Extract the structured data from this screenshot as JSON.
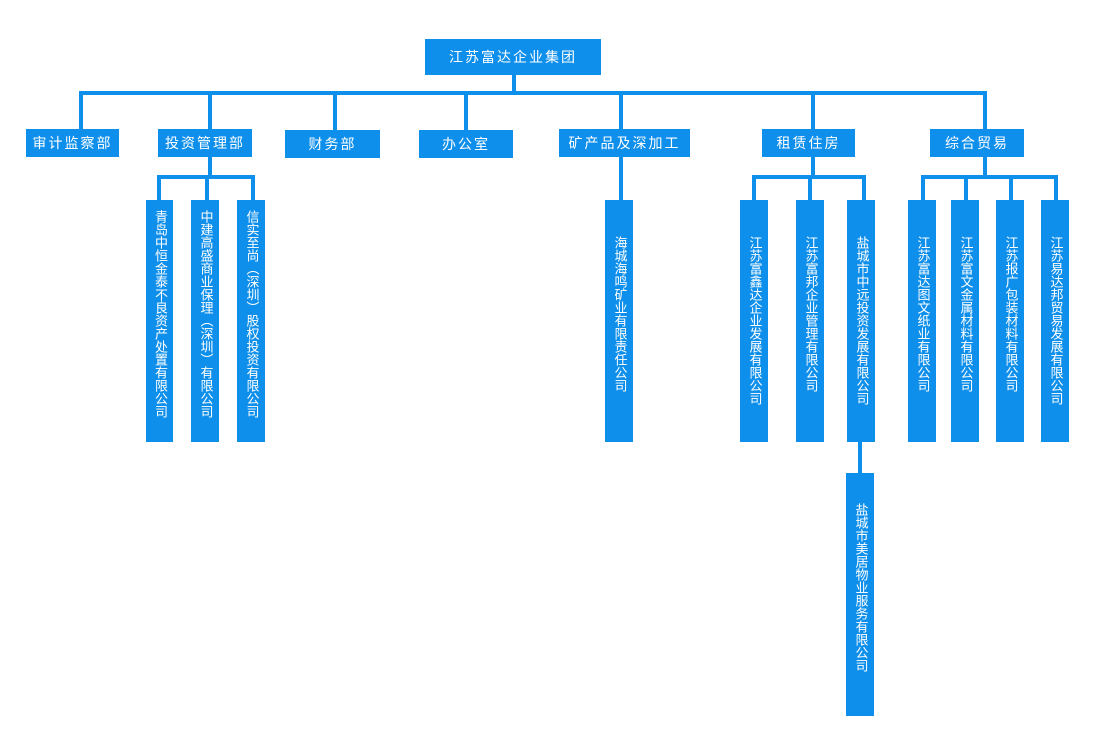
{
  "root": {
    "label": "江苏富达企业集团"
  },
  "departments": [
    {
      "id": "audit",
      "label": "审计监察部",
      "children": []
    },
    {
      "id": "invest",
      "label": "投资管理部",
      "children": [
        "青岛中恒金泰不良资产处置有限公司",
        "中建高盛商业保理（深圳）有限公司",
        "信实至尚（深圳）股权投资有限公司"
      ]
    },
    {
      "id": "finance",
      "label": "财务部",
      "children": []
    },
    {
      "id": "office",
      "label": "办公室",
      "children": []
    },
    {
      "id": "mineral",
      "label": "矿产品及深加工",
      "children": [
        "海城海鸣矿业有限责任公司"
      ]
    },
    {
      "id": "leasing",
      "label": "租赁住房",
      "children": [
        "江苏富鑫达企业发展有限公司",
        "江苏富邦企业管理有限公司",
        "盐城市中远投资发展有限公司"
      ]
    },
    {
      "id": "trade",
      "label": "综合贸易",
      "children": [
        "江苏富达图文纸业有限公司",
        "江苏富文金属材料有限公司",
        "江苏报广包装材料有限公司",
        "江苏易达邦贸易发展有限公司"
      ]
    }
  ],
  "grandchild": {
    "label": "盐城市美居物业服务有限公司"
  },
  "colors": {
    "box": "#0f8fec",
    "text": "#ffffff",
    "line": "#0f8fec"
  }
}
